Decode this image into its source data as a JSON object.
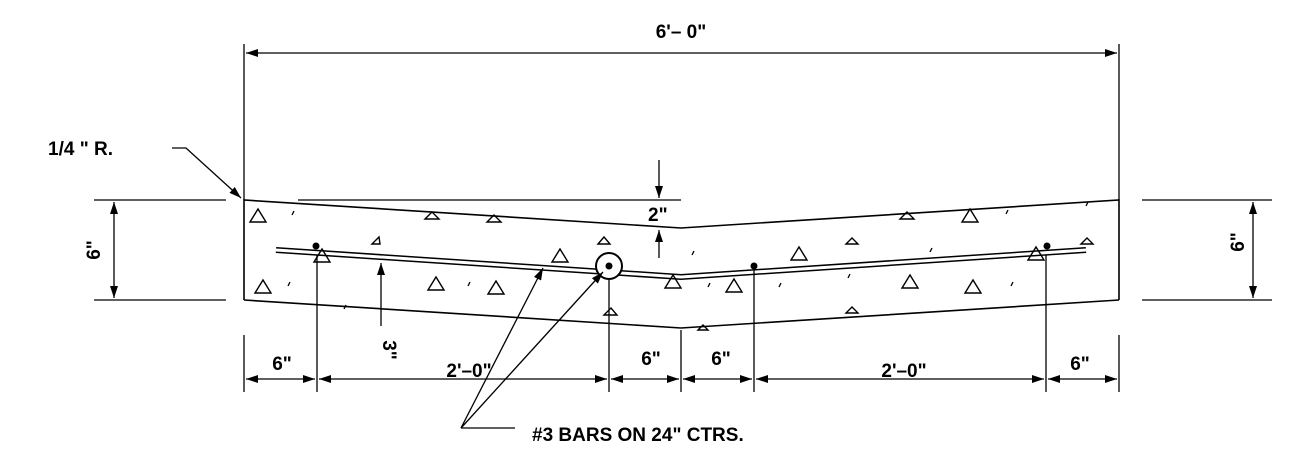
{
  "dimensions": {
    "overall_width": "6'– 0\"",
    "left_thickness": "6\"",
    "right_thickness": "6\"",
    "center_drop": "2\"",
    "bar_cover": "3\"",
    "bottom_left_edge": "6\"",
    "bottom_left_span": "2'–0\"",
    "bottom_center_left": "6\"",
    "bottom_center_right": "6\"",
    "bottom_right_span": "2'–0\"",
    "bottom_right_edge": "6\""
  },
  "notes": {
    "corner_radius": "1/4 \" R.",
    "rebar": "#3 BARS ON 24\" CTRS."
  }
}
